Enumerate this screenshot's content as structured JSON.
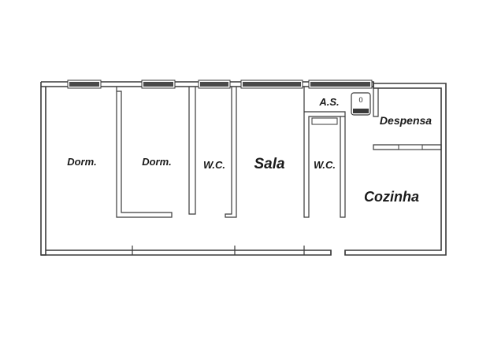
{
  "rooms": {
    "dorm_1": "Dorm.",
    "dorm_2": "Dorm.",
    "wc_1": "W.C.",
    "sala": "Sala",
    "wc_2": "W.C.",
    "area_servico": "A.S.",
    "despensa": "Despensa",
    "cozinha": "Cozinha"
  },
  "fixtures": {
    "washer_icon": "washing-machine-icon",
    "washer_mark": "0"
  },
  "colors": {
    "walls": "#3a3a3a",
    "labels": "#1a1a1a",
    "background": "#ffffff"
  }
}
